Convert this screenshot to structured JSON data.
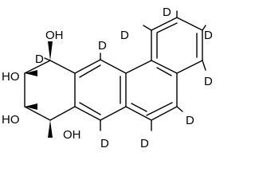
{
  "molecule": {
    "atom_labels": {
      "oh_top": "OH",
      "ho_left": "HO",
      "ho_lower": "HO",
      "oh_bottom": "OH",
      "d_ring_chain": "D",
      "d_top_center": "D",
      "d_upper_ring_left": "D",
      "d_upper_ring_top": "D",
      "d_upper_ring_right": "D",
      "d_right": "D",
      "d_lower_right": "D",
      "d_bottom_center": "D",
      "d_bottom_right": "D"
    }
  }
}
